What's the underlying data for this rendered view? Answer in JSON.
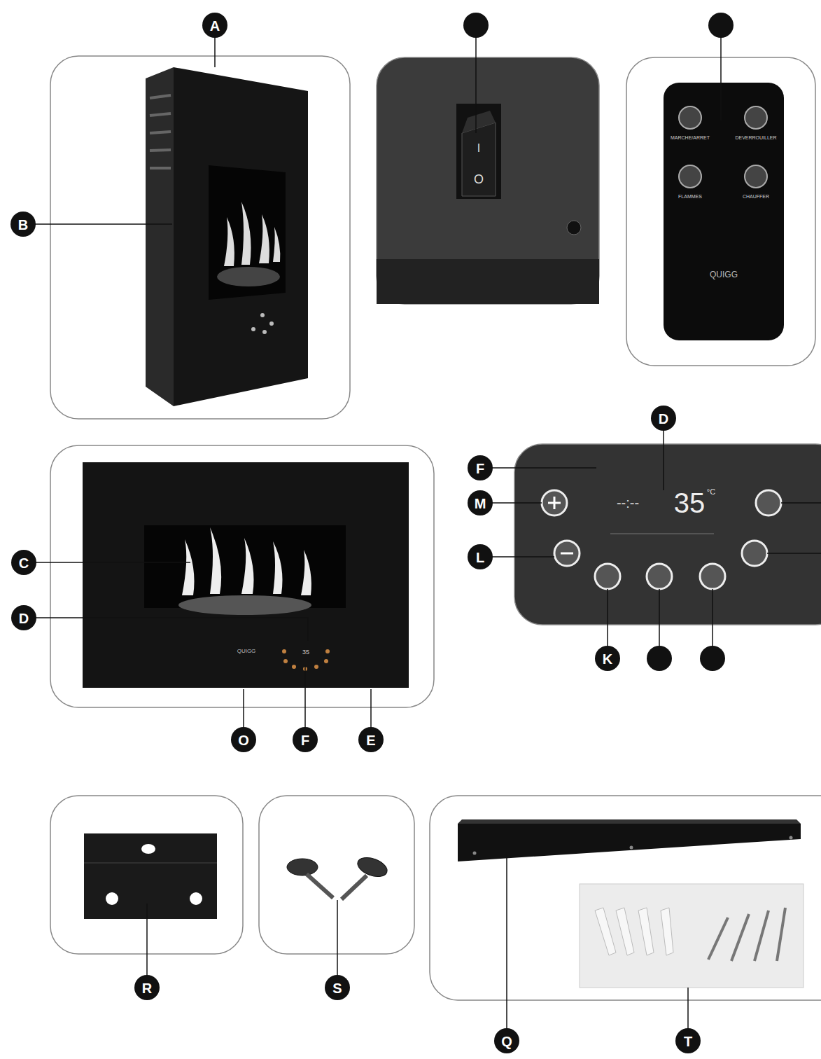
{
  "diagram": {
    "labels": [
      "A",
      "B",
      "I",
      "O",
      "MARCHE/ARRET",
      "DEVERROUILLER",
      "FLAMMES",
      "CHAUFFER",
      "QUIGG",
      "D",
      "F",
      "M",
      "L",
      "C",
      "D",
      "--:--",
      "35",
      "°C",
      "K",
      "QUIGG",
      "35",
      "O",
      "F",
      "E",
      "R",
      "S",
      "Q",
      "T"
    ]
  }
}
